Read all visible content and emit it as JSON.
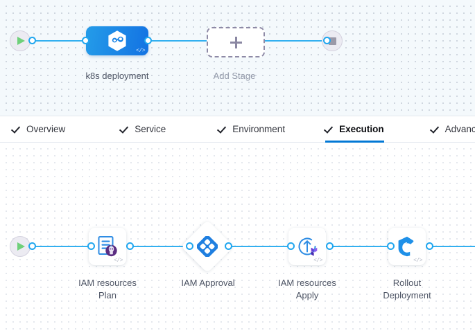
{
  "app": {
    "accent_blue": "#0278d5",
    "connector_blue": "#33b0f0",
    "node_blue": "#1b85e6",
    "canvas_top_bg": "#f4f9fc",
    "canvas_bottom_bg": "#ffffff"
  },
  "stage_canvas": {
    "start_node": {
      "icon": "play-icon",
      "label": ""
    },
    "end_node": {
      "icon": "stop-icon",
      "label": ""
    },
    "stages": [
      {
        "id": "k8s-deployment",
        "label": "k8s deployment",
        "icon": "harness-infinity-icon",
        "code_badge": "</>",
        "selected": true
      }
    ],
    "add_stage": {
      "label": "Add Stage",
      "icon": "plus-icon"
    }
  },
  "tabs": {
    "items": [
      {
        "id": "overview",
        "label": "Overview",
        "icon": "check-icon",
        "active": false
      },
      {
        "id": "service",
        "label": "Service",
        "icon": "check-icon",
        "active": false
      },
      {
        "id": "environment",
        "label": "Environment",
        "icon": "check-icon",
        "active": false
      },
      {
        "id": "execution",
        "label": "Execution",
        "icon": "check-icon",
        "active": true
      },
      {
        "id": "advanced",
        "label": "Advanced",
        "icon": "check-icon",
        "active": false
      }
    ]
  },
  "step_canvas": {
    "start_node": {
      "icon": "play-icon"
    },
    "steps": [
      {
        "id": "iam-resources-plan",
        "label": "IAM resources\nPlan",
        "icon": "terraform-plan-document-icon",
        "shape": "rounded-square",
        "code_badge": "</>"
      },
      {
        "id": "iam-approval",
        "label": "IAM Approval",
        "icon": "harness-approval-icon",
        "shape": "diamond",
        "code_badge": ""
      },
      {
        "id": "iam-resources-apply",
        "label": "IAM resources\nApply",
        "icon": "terraform-apply-icon",
        "shape": "rounded-square",
        "code_badge": "</>"
      },
      {
        "id": "rollout-deployment",
        "label": "Rollout\nDeployment",
        "icon": "k8s-rolling-deploy-icon",
        "shape": "rounded-square",
        "code_badge": "</>"
      }
    ]
  }
}
